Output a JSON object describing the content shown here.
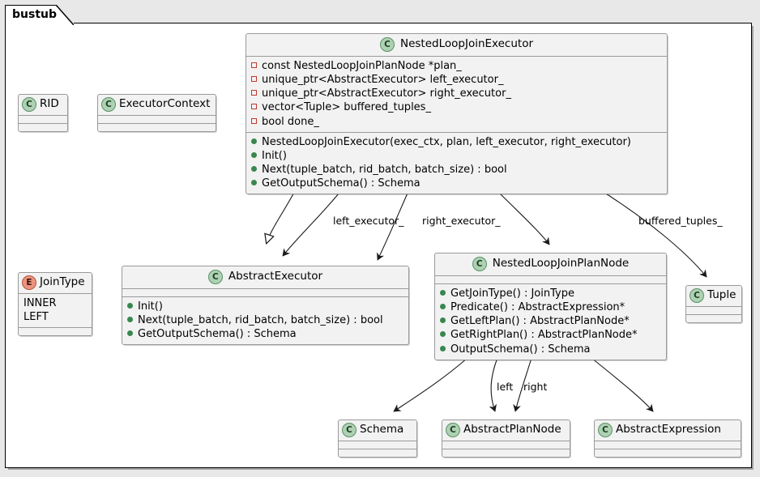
{
  "package": {
    "name": "bustub"
  },
  "classes": {
    "rid": {
      "icon": "class-icon",
      "name": "RID",
      "fields": [],
      "methods": []
    },
    "executor_context": {
      "icon": "class-icon",
      "name": "ExecutorContext",
      "fields": [],
      "methods": []
    },
    "nested_loop_join_executor": {
      "icon": "class-icon",
      "name": "NestedLoopJoinExecutor",
      "fields": [
        "const NestedLoopJoinPlanNode *plan_",
        "unique_ptr<AbstractExecutor> left_executor_",
        "unique_ptr<AbstractExecutor> right_executor_",
        "vector<Tuple> buffered_tuples_",
        "bool done_"
      ],
      "methods": [
        "NestedLoopJoinExecutor(exec_ctx, plan, left_executor, right_executor)",
        "Init()",
        "Next(tuple_batch, rid_batch, batch_size) : bool",
        "GetOutputSchema() : Schema"
      ]
    },
    "join_type": {
      "icon": "enum-icon",
      "name": "JoinType",
      "values": [
        "INNER",
        "LEFT"
      ],
      "methods": []
    },
    "abstract_executor": {
      "icon": "class-icon",
      "name": "AbstractExecutor",
      "fields": [],
      "methods": [
        "Init()",
        "Next(tuple_batch, rid_batch, batch_size) : bool",
        "GetOutputSchema() : Schema"
      ]
    },
    "nested_loop_join_plan_node": {
      "icon": "class-icon",
      "name": "NestedLoopJoinPlanNode",
      "fields": [],
      "methods": [
        "GetJoinType() : JoinType",
        "Predicate() : AbstractExpression*",
        "GetLeftPlan() : AbstractPlanNode*",
        "GetRightPlan() : AbstractPlanNode*",
        "OutputSchema() : Schema"
      ]
    },
    "tuple": {
      "icon": "class-icon",
      "name": "Tuple",
      "fields": [],
      "methods": []
    },
    "schema": {
      "icon": "class-icon",
      "name": "Schema",
      "fields": [],
      "methods": []
    },
    "abstract_plan_node": {
      "icon": "class-icon",
      "name": "AbstractPlanNode",
      "fields": [],
      "methods": []
    },
    "abstract_expression": {
      "icon": "class-icon",
      "name": "AbstractExpression",
      "fields": [],
      "methods": []
    }
  },
  "icons": {
    "class-icon": "C",
    "enum-icon": "E"
  },
  "edge_labels": {
    "left_executor": "left_executor_",
    "right_executor": "right_executor_",
    "buffered_tuples": "buffered_tuples_",
    "left": "left",
    "right": "right"
  },
  "colors": {
    "class_icon_fill": "#add1b2",
    "class_icon_stroke": "#5a9167",
    "enum_icon_fill": "#eb937f",
    "enum_icon_stroke": "#b4553f",
    "private_marker": "#c0392b",
    "public_marker": "#38874f",
    "box_fill": "#f2f2f2",
    "box_stroke": "#9a9a9a",
    "canvas": "#e8e8e8",
    "package_fill": "#ffffff"
  }
}
